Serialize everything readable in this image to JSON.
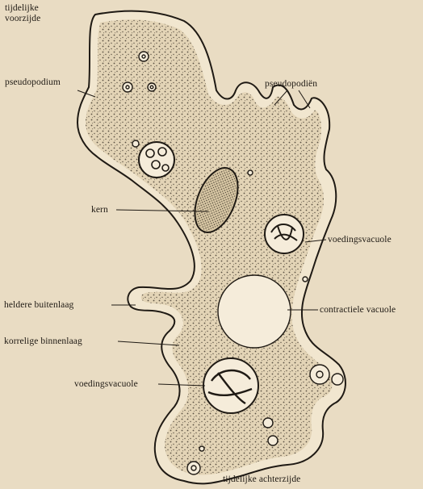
{
  "diagram": {
    "labels": {
      "front_line1": "tijdelijke",
      "front_line2": "voorzijde",
      "pseudopodium": "pseudopodium",
      "pseudopodien": "pseudopodiën",
      "kern": "kern",
      "food_vacuole_right": "voedingsvacuole",
      "clear_outer_layer": "heldere buitenlaag",
      "contractile_vacuole": "contractiele vacuole",
      "granular_inner_layer": "korrelige binnenlaag",
      "food_vacuole_bottom": "voedingsvacuole",
      "rear": "tijdelijke achterzijde"
    },
    "colors": {
      "paper": "#e9dcc3",
      "cytoplasm": "#e3d4b6",
      "ink": "#1f1a14",
      "vacuole": "#f5ecda"
    }
  }
}
